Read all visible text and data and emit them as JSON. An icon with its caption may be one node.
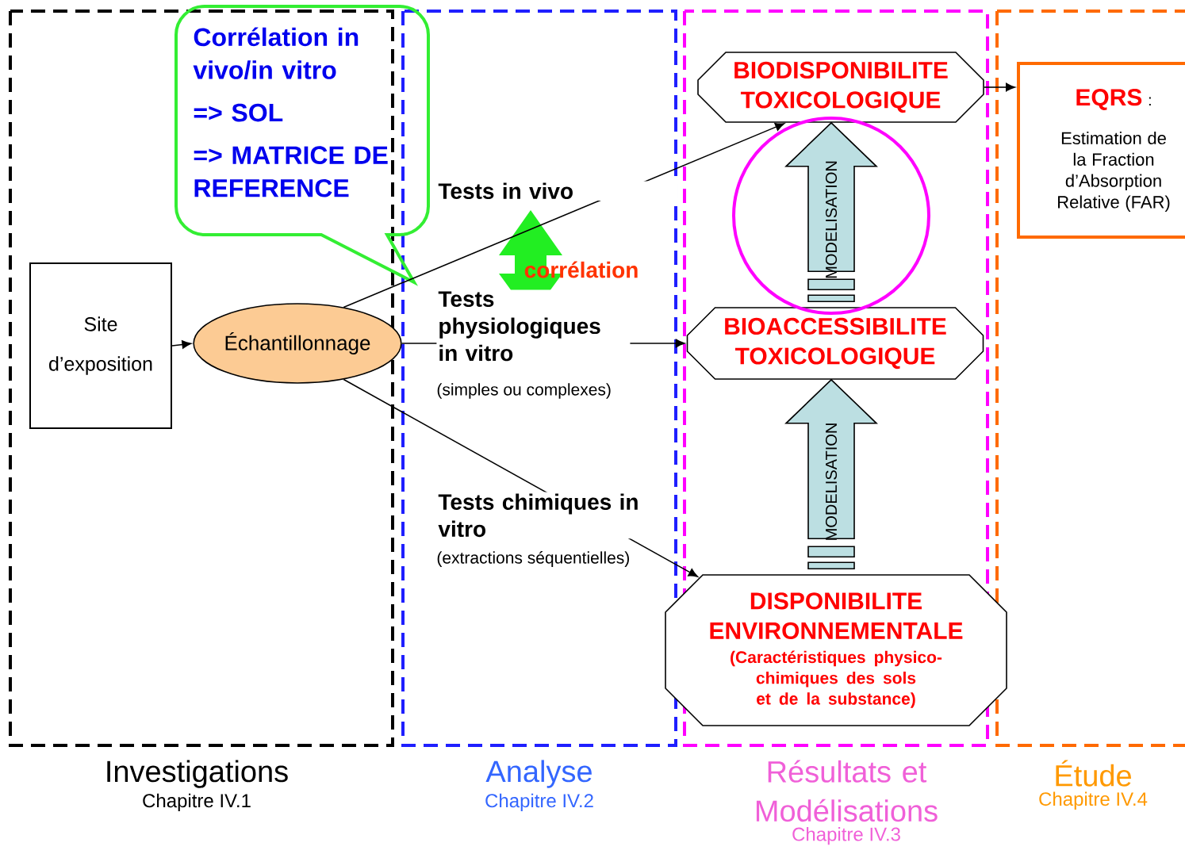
{
  "diagram": {
    "nodes": [
      {
        "text": [
          "Site d’exposition"
        ]
      },
      {
        "text": [
          "Échantillonnage"
        ]
      },
      {
        "text": [
          "Corrélation in vivo/in vitro",
          "=> SOL",
          "=> MATRICE DE REFERENCE"
        ]
      },
      {
        "text": [
          "BIODISPONIBILITE TOXICOLOGIQUE"
        ]
      },
      {
        "text": [
          "BIOACCESSIBILITE TOXICOLOGIQUE"
        ]
      },
      {
        "text": [
          "DISPONIBILITE ENVIRONNEMENTALE",
          "(Caractéristiques physico-chimiques des sols et de la substance)"
        ]
      },
      {
        "text": [
          "EQRS",
          ":",
          "Estimation de la Fraction d’Absorption Relative (FAR)"
        ]
      }
    ],
    "edges": [
      {
        "from": 0,
        "to": 1,
        "arrow": "to"
      },
      {
        "from": 1,
        "to": 3,
        "arrow": "to",
        "label": "Tests in vivo"
      },
      {
        "from": 1,
        "to": 4,
        "arrow": "to",
        "label": "Tests physiologiques in vitro"
      },
      {
        "from": 1,
        "to": 5,
        "arrow": "to",
        "label": "Tests chimiques in vitro"
      },
      {
        "from": 3,
        "to": 6,
        "arrow": "to"
      },
      {
        "from": 4,
        "to": 3,
        "arrow": "to",
        "label": "MODELISATION",
        "style": "thick",
        "color": "#bcdfe2"
      },
      {
        "from": 5,
        "to": 4,
        "arrow": "to",
        "label": "MODELISATION",
        "style": "thick",
        "color": "#bcdfe2"
      }
    ],
    "labels": [
      "Investigations",
      "Chapitre IV.1",
      "Analyse",
      "Chapitre IV.2",
      "Résultats et Modélisations",
      "Chapitre IV.3",
      "Étude",
      "Chapitre IV.4",
      "corrélation",
      "(simples ou complexes)",
      "(extractions séquentielles)"
    ]
  }
}
